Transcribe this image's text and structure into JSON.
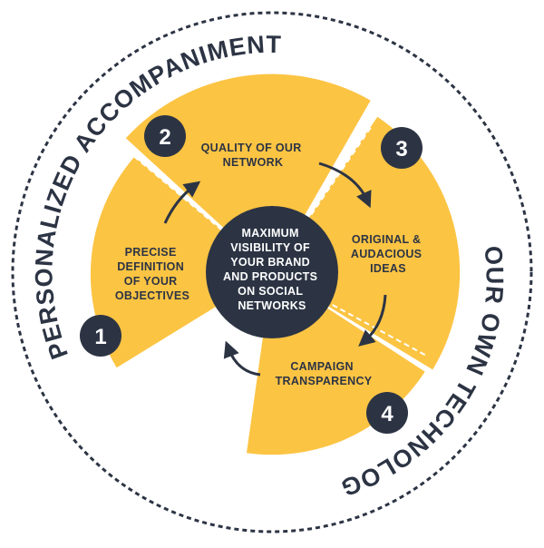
{
  "colors": {
    "accent": "#fcc443",
    "dark": "#2c3444",
    "light": "#ffffff"
  },
  "ring": {
    "left_label": "PERSONALIZED ACCOMPANIMENT",
    "right_label": "OUR OWN TECHNOLOGY"
  },
  "center": {
    "lines": [
      "MAXIMUM",
      "VISIBILITY OF",
      "YOUR BRAND",
      "AND PRODUCTS",
      "ON SOCIAL",
      "NETWORKS"
    ]
  },
  "steps": [
    {
      "number": "1",
      "lines": [
        "PRECISE",
        "DEFINITION",
        "OF YOUR",
        "OBJECTIVES"
      ]
    },
    {
      "number": "2",
      "lines": [
        "QUALITY OF OUR",
        "NETWORK"
      ]
    },
    {
      "number": "3",
      "lines": [
        "ORIGINAL &",
        "AUDACIOUS",
        "IDEAS"
      ]
    },
    {
      "number": "4",
      "lines": [
        "CAMPAIGN",
        "TRANSPARENCY"
      ]
    }
  ],
  "icons": {
    "arrow": "curved-arrow-icon"
  }
}
